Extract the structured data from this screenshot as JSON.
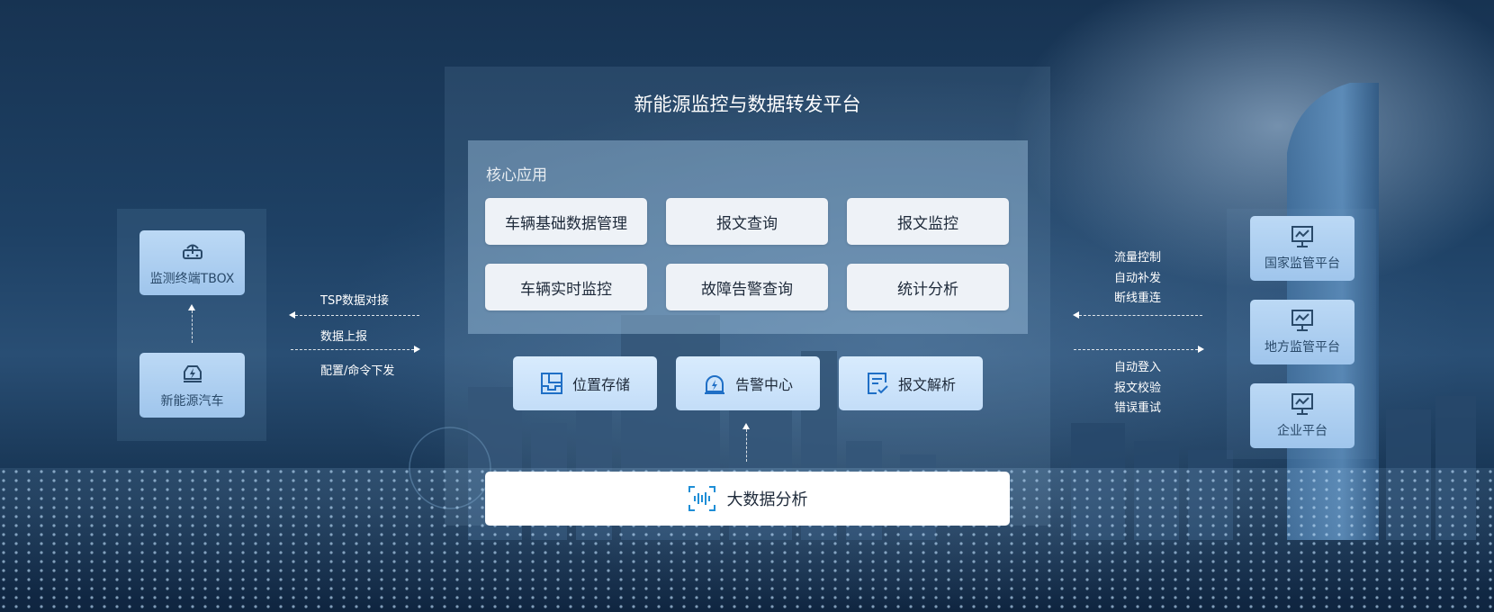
{
  "platform": {
    "title": "新能源监控与数据转发平台",
    "core_label": "核心应用",
    "core_apps": [
      "车辆基础数据管理",
      "报文查询",
      "报文监控",
      "车辆实时监控",
      "故障告警查询",
      "统计分析"
    ],
    "services": [
      {
        "label": "位置存储",
        "icon": "storage-icon"
      },
      {
        "label": "告警中心",
        "icon": "alarm-icon"
      },
      {
        "label": "报文解析",
        "icon": "document-check-icon"
      }
    ],
    "big_data": {
      "label": "大数据分析",
      "icon": "data-wave-icon"
    }
  },
  "left": {
    "tbox": {
      "label": "监测终端TBOX",
      "icon": "router-icon"
    },
    "vehicle": {
      "label": "新能源汽车",
      "icon": "ev-car-icon"
    },
    "links": [
      "TSP数据对接",
      "数据上报",
      "配置/命令下发"
    ]
  },
  "right": {
    "features_top": [
      "流量控制",
      "自动补发",
      "断线重连"
    ],
    "features_bottom": [
      "自动登入",
      "报文校验",
      "错误重试"
    ],
    "platforms": [
      {
        "label": "国家监管平台",
        "icon": "monitor-icon"
      },
      {
        "label": "地方监管平台",
        "icon": "monitor-icon"
      },
      {
        "label": "企业平台",
        "icon": "monitor-icon"
      }
    ]
  },
  "colors": {
    "background": "#1e4165",
    "node_fill": "#a8cdf0",
    "service_fill": "#cfe4fb",
    "icon_blue": "#1f6fc6"
  }
}
